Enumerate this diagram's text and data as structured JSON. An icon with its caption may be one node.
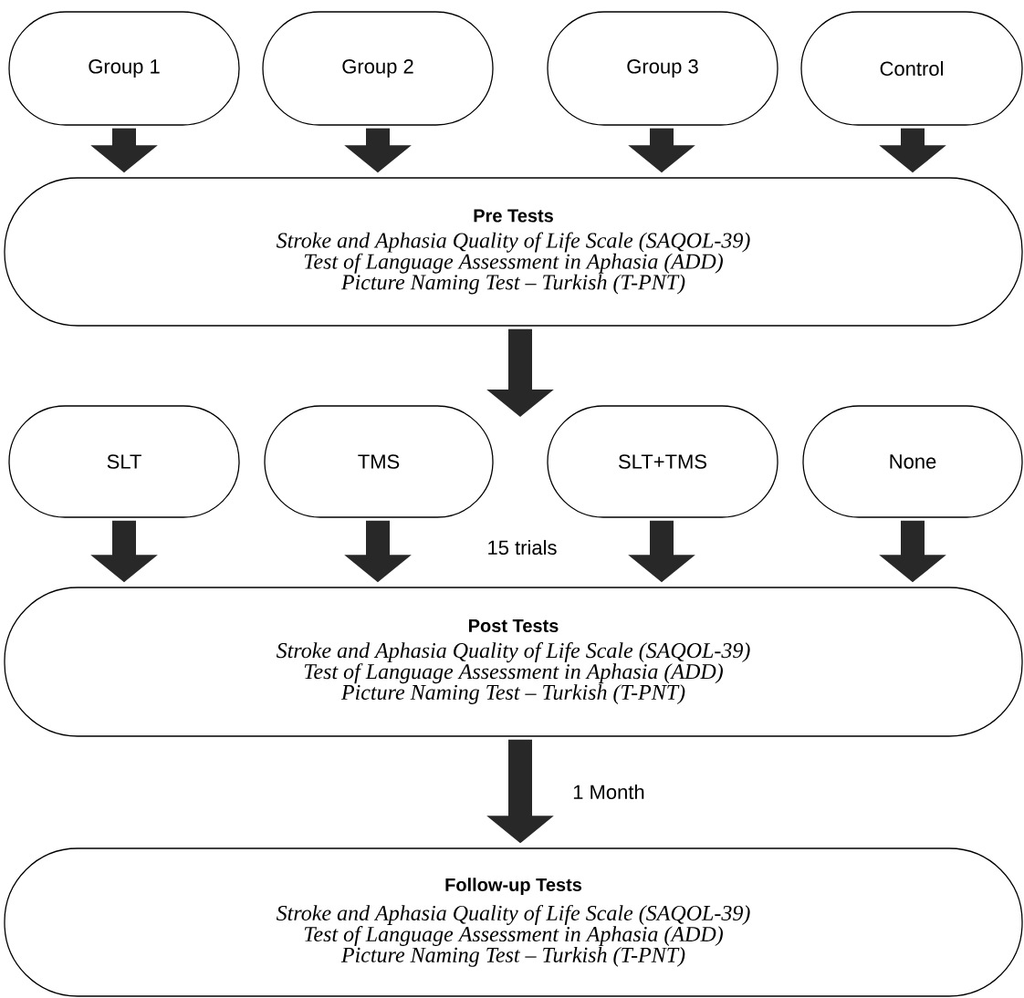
{
  "diagram": {
    "nodes": [
      {
        "text": [
          "Group 1"
        ]
      },
      {
        "text": [
          "Group 2"
        ]
      },
      {
        "text": [
          "Group 3"
        ]
      },
      {
        "text": [
          "Control"
        ]
      },
      {
        "text": [
          "Pre Tests",
          "Stroke and Aphasia Quality of Life Scale (SAQOL-39)",
          "Test of Language Assessment in Aphasia (ADD)",
          "Picture Naming Test – Turkish (T-PNT)"
        ]
      },
      {
        "text": [
          "SLT"
        ]
      },
      {
        "text": [
          "TMS"
        ]
      },
      {
        "text": [
          "SLT+TMS"
        ]
      },
      {
        "text": [
          "None"
        ]
      },
      {
        "text": [
          "Post Tests",
          "Stroke and Aphasia Quality of Life Scale (SAQOL-39)",
          "Test of Language Assessment in Aphasia (ADD)",
          "Picture Naming Test – Turkish (T-PNT)"
        ]
      },
      {
        "text": [
          "Follow-up Tests",
          "Stroke and Aphasia Quality of Life Scale (SAQOL-39)",
          "Test of Language Assessment in Aphasia (ADD)",
          "Picture Naming Test – Turkish (T-PNT)"
        ]
      }
    ],
    "edges": [
      {
        "from": 0,
        "to": 4,
        "arrow": "to"
      },
      {
        "from": 1,
        "to": 4,
        "arrow": "to"
      },
      {
        "from": 2,
        "to": 4,
        "arrow": "to"
      },
      {
        "from": 3,
        "to": 4,
        "arrow": "to"
      },
      {
        "from": 4,
        "to": null,
        "arrow": "to"
      },
      {
        "from": 5,
        "to": 9,
        "arrow": "to"
      },
      {
        "from": 6,
        "to": 9,
        "arrow": "to"
      },
      {
        "from": 7,
        "to": 9,
        "arrow": "to"
      },
      {
        "from": 8,
        "to": 9,
        "arrow": "to"
      },
      {
        "from": 9,
        "to": 10,
        "arrow": "to",
        "label": "1 Month"
      }
    ],
    "labels": [
      "15 trials"
    ]
  }
}
